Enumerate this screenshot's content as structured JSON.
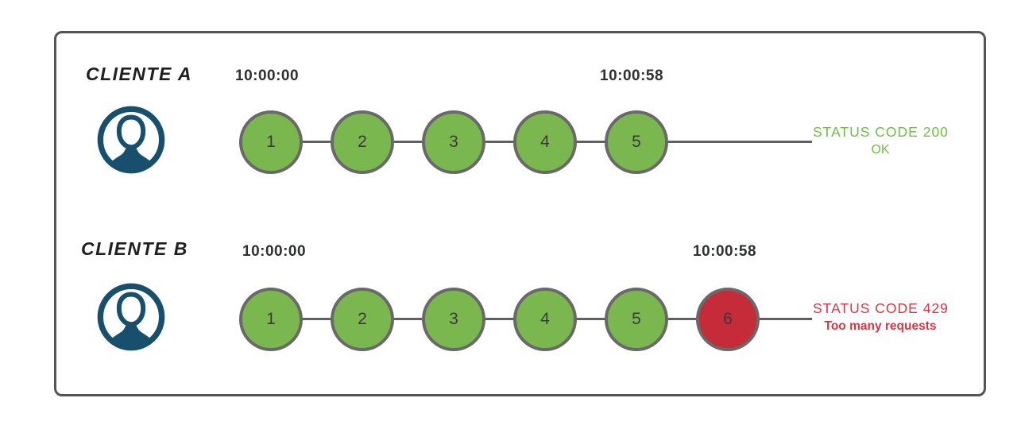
{
  "diagram_title": "rate-limiting-clients-diagram",
  "colors": {
    "node_ok": "#7ab74e",
    "node_blocked": "#c52b38",
    "node_border": "#696969",
    "success_text": "#6ebd45",
    "error_text": "#d63743",
    "user_icon": "#174f6d",
    "frame_border": "#555555",
    "timeline": "#606060",
    "time_text": "#2d2f31"
  },
  "rows": [
    {
      "client": "CLIENTE A",
      "start_time": "10:00:00",
      "end_time": "10:00:58",
      "requests": [
        "1",
        "2",
        "3",
        "4",
        "5"
      ],
      "status": {
        "line1": "STATUS CODE 200",
        "line2": "OK",
        "type": "success"
      }
    },
    {
      "client": "CLIENTE B",
      "start_time": "10:00:00",
      "end_time": "10:00:58",
      "requests": [
        "1",
        "2",
        "3",
        "4",
        "5",
        "6"
      ],
      "status": {
        "line1": "STATUS CODE 429",
        "line2": "Too many requests",
        "type": "error"
      }
    }
  ]
}
